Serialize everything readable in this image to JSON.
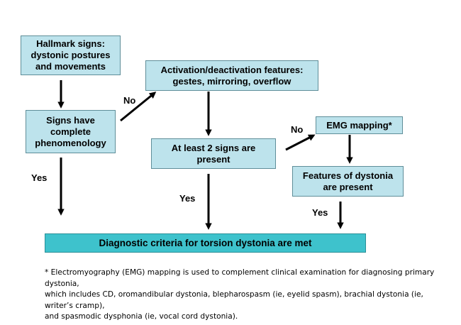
{
  "boxes": {
    "hallmark": "Hallmark signs:\ndystonic postures\nand movements",
    "complete": "Signs have\ncomplete\nphenomenology",
    "activation": "Activation/deactivation features:\ngestes, mirroring, overflow",
    "two_signs": "At least 2 signs are\npresent",
    "emg": "EMG mapping*",
    "features": "Features of dystonia\nare present",
    "criteria": "Diagnostic criteria for torsion dystonia are met"
  },
  "labels": {
    "no_1": "No",
    "no_2": "No",
    "yes_1": "Yes",
    "yes_2": "Yes",
    "yes_3": "Yes"
  },
  "footnote": "* Electromyography (EMG) mapping is used to complement clinical examination for diagnosing primary dystonia,\nwhich includes CD, oromandibular dystonia, blepharospasm (ie, eyelid spasm), brachial dystonia (ie, writer’s cramp),\nand spasmodic dysphonia (ie, vocal cord dystonia).",
  "colors": {
    "box_fill": "#bde3ec",
    "result_fill": "#3ec2cc",
    "arrow": "#000000"
  }
}
